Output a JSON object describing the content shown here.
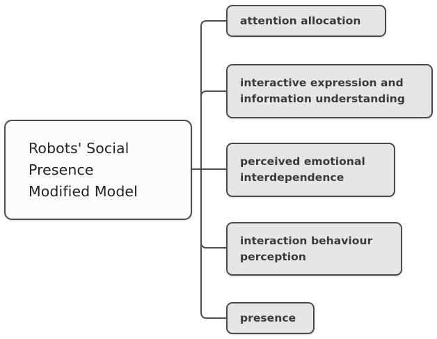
{
  "diagram": {
    "type": "mind-map",
    "orientation": "left-to-right",
    "background_color": "#ffffff",
    "node_border_color": "#4b4b4b",
    "root_fill_color": "#fbfbfb",
    "child_fill_color": "#e6e6e6",
    "connector_color": "#4b4b4b",
    "root": {
      "label": "Robots' Social\nPresence\nModified  Model"
    },
    "children": [
      {
        "label": "attention allocation"
      },
      {
        "label": "interactive expression and\ninformation understanding"
      },
      {
        "label": "perceived emotional\ninterdependence"
      },
      {
        "label": "interaction behaviour\nperception"
      },
      {
        "label": "presence"
      }
    ]
  }
}
